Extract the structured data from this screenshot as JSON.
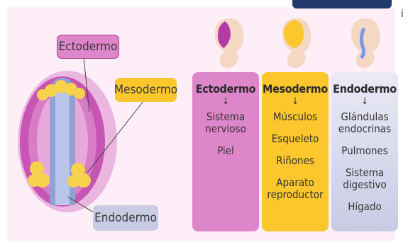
{
  "labels": {
    "ectodermo": "Ectodermo",
    "mesodermo": "Mesodermo",
    "endodermo": "Endodermo"
  },
  "columns": [
    {
      "title": "Ectodermo",
      "items": [
        "Sistema nervioso",
        "Piel"
      ]
    },
    {
      "title": "Mesodermo",
      "items": [
        "Músculos",
        "Esqueleto",
        "Riñones",
        "Aparato reproductor"
      ]
    },
    {
      "title": "Endodermo",
      "items": [
        "Glándulas endocrinas",
        "Pulmones",
        "Sistema digestivo",
        "Hígado"
      ]
    }
  ],
  "arrow_glyph": "↓",
  "corner_mark": "i",
  "colors": {
    "ectodermo": "#dd86c9",
    "mesodermo": "#fbc72c",
    "endodermo": "#c9cbe4",
    "background": "#fdeef8"
  }
}
